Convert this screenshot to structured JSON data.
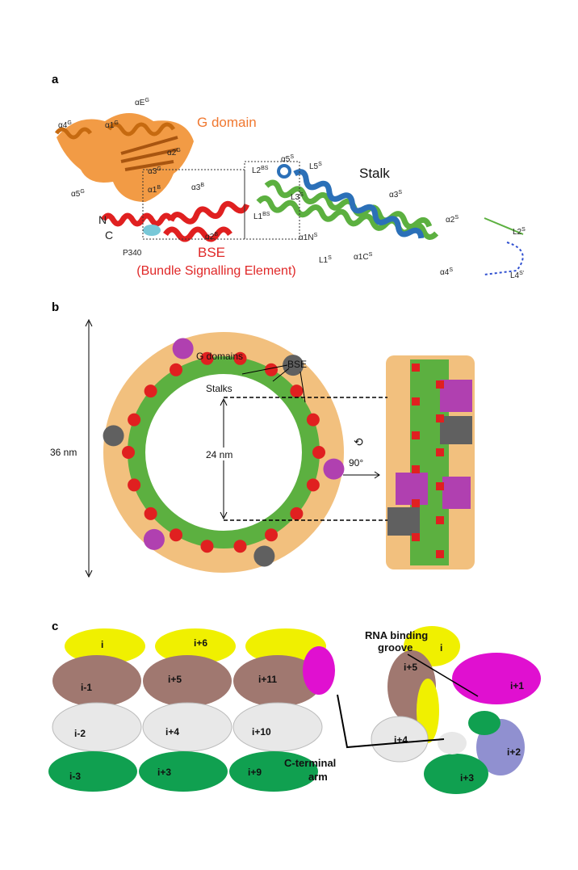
{
  "panel_a": {
    "letter": "a",
    "g_domain_title": "G domain",
    "stalk_title": "Stalk",
    "bse_title": "BSE",
    "bse_subtitle": "(Bundle Signalling Element)",
    "labels": [
      {
        "base": "αE",
        "sup": "G"
      },
      {
        "base": "α4",
        "sup": "G"
      },
      {
        "base": "α1",
        "sup": "G"
      },
      {
        "base": "α2",
        "sup": "G"
      },
      {
        "base": "α3",
        "sup": "G"
      },
      {
        "base": "α5",
        "sup": "G"
      },
      {
        "base": "α1",
        "sup": "B"
      },
      {
        "base": "α3",
        "sup": "B"
      },
      {
        "base": "α2",
        "sup": "B"
      },
      {
        "base": "N",
        "sup": ""
      },
      {
        "base": "C",
        "sup": ""
      },
      {
        "base": "P340",
        "sup": ""
      },
      {
        "base": "L2",
        "sup": "BS"
      },
      {
        "base": "L1",
        "sup": "BS"
      },
      {
        "base": "α5",
        "sup": "S"
      },
      {
        "base": "L5",
        "sup": "S"
      },
      {
        "base": "L3",
        "sup": "S"
      },
      {
        "base": "α3",
        "sup": "S"
      },
      {
        "base": "α2",
        "sup": "S"
      },
      {
        "base": "L2",
        "sup": "S"
      },
      {
        "base": "α1N",
        "sup": "S"
      },
      {
        "base": "L1",
        "sup": "S"
      },
      {
        "base": "α1C",
        "sup": "S"
      },
      {
        "base": "α4",
        "sup": "S"
      },
      {
        "base": "L4",
        "sup": "S'"
      }
    ]
  },
  "panel_b": {
    "letter": "b",
    "g_domains": "G domains",
    "bse": "BSE",
    "stalks": "Stalks",
    "outer_diameter": "36 nm",
    "inner_diameter": "24 nm",
    "rotation": "90°"
  },
  "panel_c": {
    "letter": "c",
    "left_labels": [
      "i",
      "i+6",
      "i-1",
      "i+5",
      "i+11",
      "i-2",
      "i+4",
      "i+10",
      "i-3",
      "i+3",
      "i+9"
    ],
    "right_labels": [
      "i",
      "i+5",
      "i+1",
      "i+4",
      "i+2",
      "i+3"
    ],
    "rna_groove": [
      "RNA binding",
      "groove"
    ],
    "c_terminal": [
      "C-terminal",
      "arm"
    ]
  },
  "colors": {
    "g": "#f08a24",
    "bse": "#e02020",
    "stalk": "#5cb040",
    "blue": "#2b70b8",
    "tan": "#f0c080",
    "magenta": "#b040b0",
    "gray": "#606060",
    "yellow": "#f0f000",
    "brown": "#a07870",
    "white": "#e8e8e8",
    "green": "#10a050",
    "lav": "#9090d0",
    "pink": "#e010d0"
  }
}
